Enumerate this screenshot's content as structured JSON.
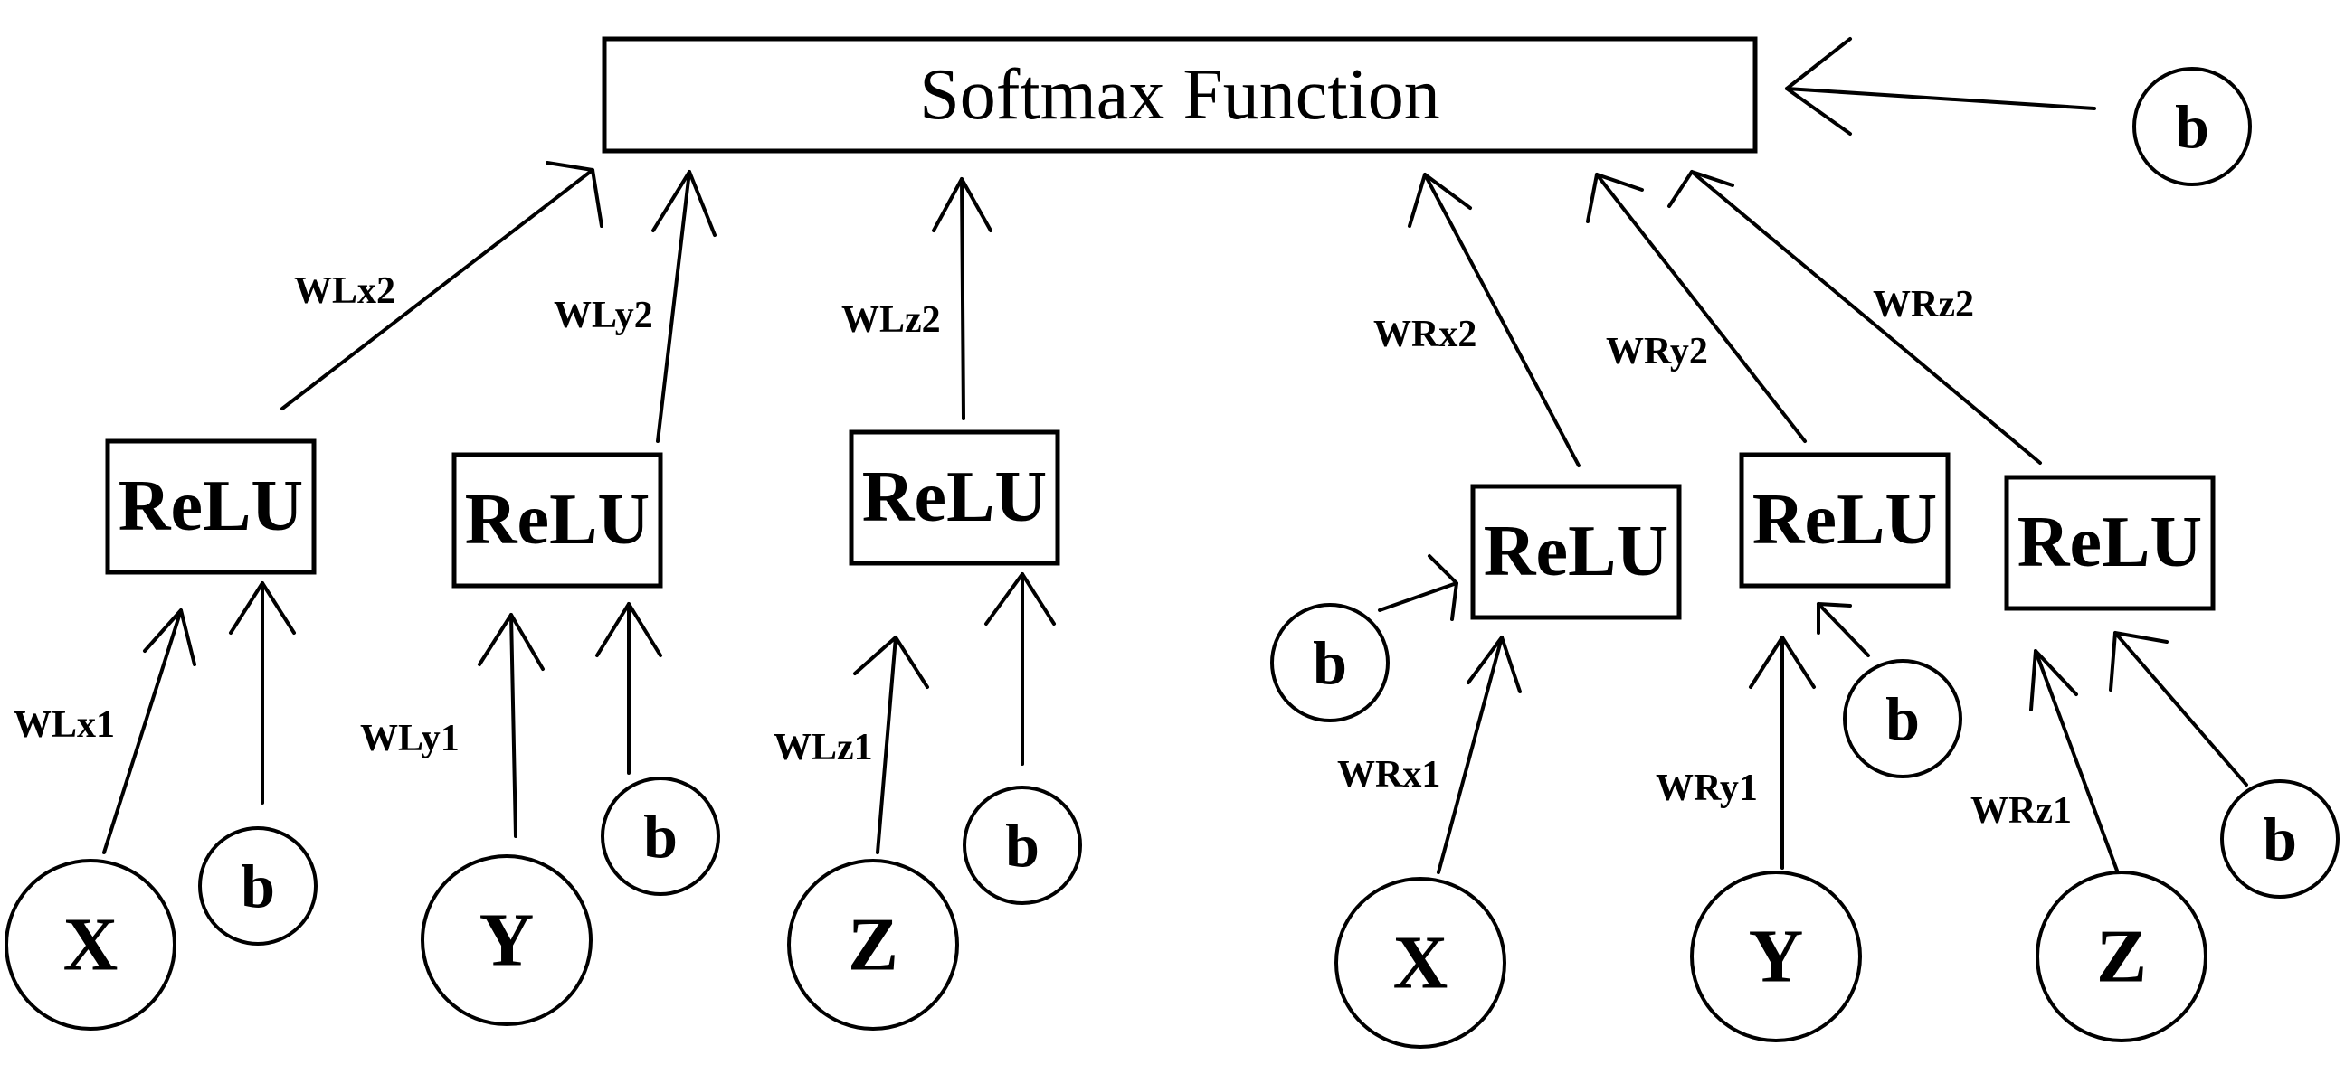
{
  "softmax": {
    "label": "Softmax Function"
  },
  "softmax_bias": {
    "label": "b"
  },
  "left": {
    "relu": [
      {
        "label": "ReLU"
      },
      {
        "label": "ReLU"
      },
      {
        "label": "ReLU"
      }
    ],
    "inputs": [
      {
        "label": "X"
      },
      {
        "label": "Y"
      },
      {
        "label": "Z"
      }
    ],
    "biases": [
      {
        "label": "b"
      },
      {
        "label": "b"
      },
      {
        "label": "b"
      }
    ],
    "weights_layer1": [
      "WLx1",
      "WLy1",
      "WLz1"
    ],
    "weights_layer2": [
      "WLx2",
      "WLy2",
      "WLz2"
    ]
  },
  "right": {
    "relu": [
      {
        "label": "ReLU"
      },
      {
        "label": "ReLU"
      },
      {
        "label": "ReLU"
      }
    ],
    "inputs": [
      {
        "label": "X"
      },
      {
        "label": "Y"
      },
      {
        "label": "Z"
      }
    ],
    "biases": [
      {
        "label": "b"
      },
      {
        "label": "b"
      },
      {
        "label": "b"
      }
    ],
    "weights_layer1": [
      "WRx1",
      "WRy1",
      "WRz1"
    ],
    "weights_layer2": [
      "WRx2",
      "WRy2",
      "WRz2"
    ]
  }
}
